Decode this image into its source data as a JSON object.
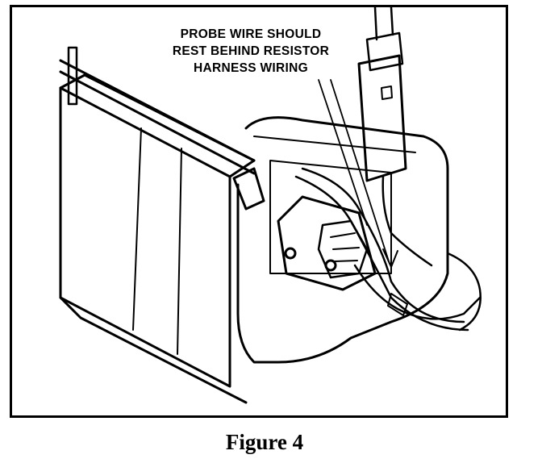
{
  "figure": {
    "callout_lines": [
      "PROBE WIRE SHOULD",
      "REST BEHIND RESISTOR",
      "HARNESS WIRING"
    ],
    "caption": "Figure 4"
  },
  "colors": {
    "ink": "#000000",
    "paper": "#ffffff"
  }
}
